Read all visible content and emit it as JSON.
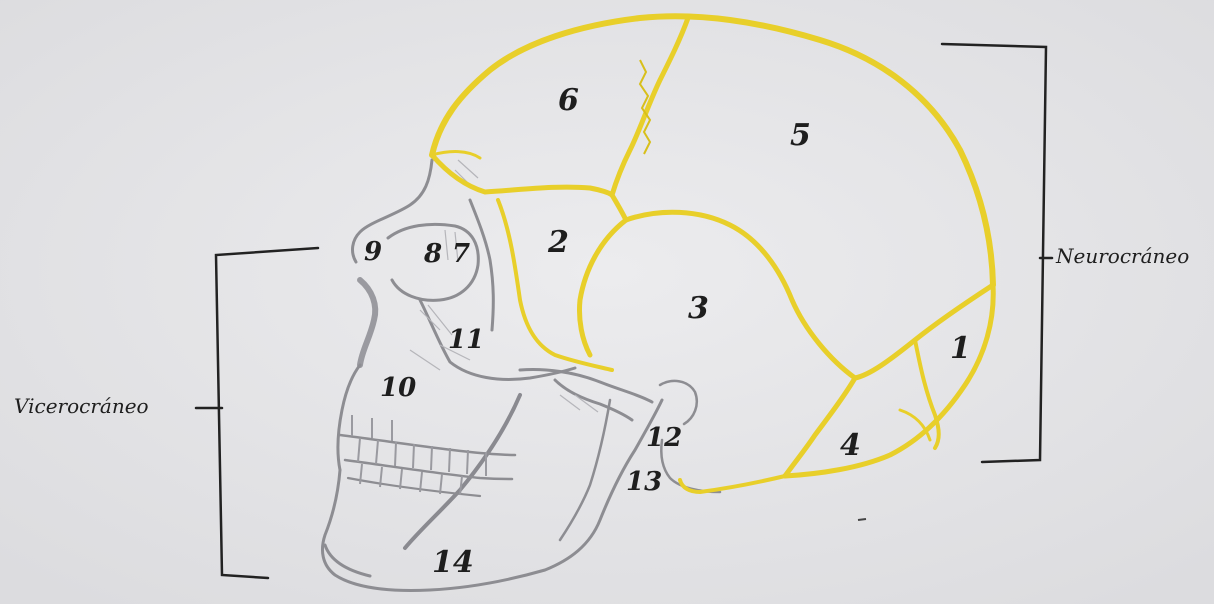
{
  "side_labels": {
    "left": "Vicerocráneo",
    "right": "Neurocráneo"
  },
  "bone_numbers": {
    "n1": "1",
    "n2": "2",
    "n3": "3",
    "n4": "4",
    "n5": "5",
    "n6": "6",
    "n7": "7",
    "n8": "8",
    "n9": "9",
    "n10": "10",
    "n11": "11",
    "n12": "12",
    "n13": "13",
    "n14": "14"
  },
  "colors": {
    "paper": "#e6e6e8",
    "suture_yellow": "#e8cf2a",
    "pencil_gray": "#8d8d92",
    "ink": "#1e1e1e"
  }
}
